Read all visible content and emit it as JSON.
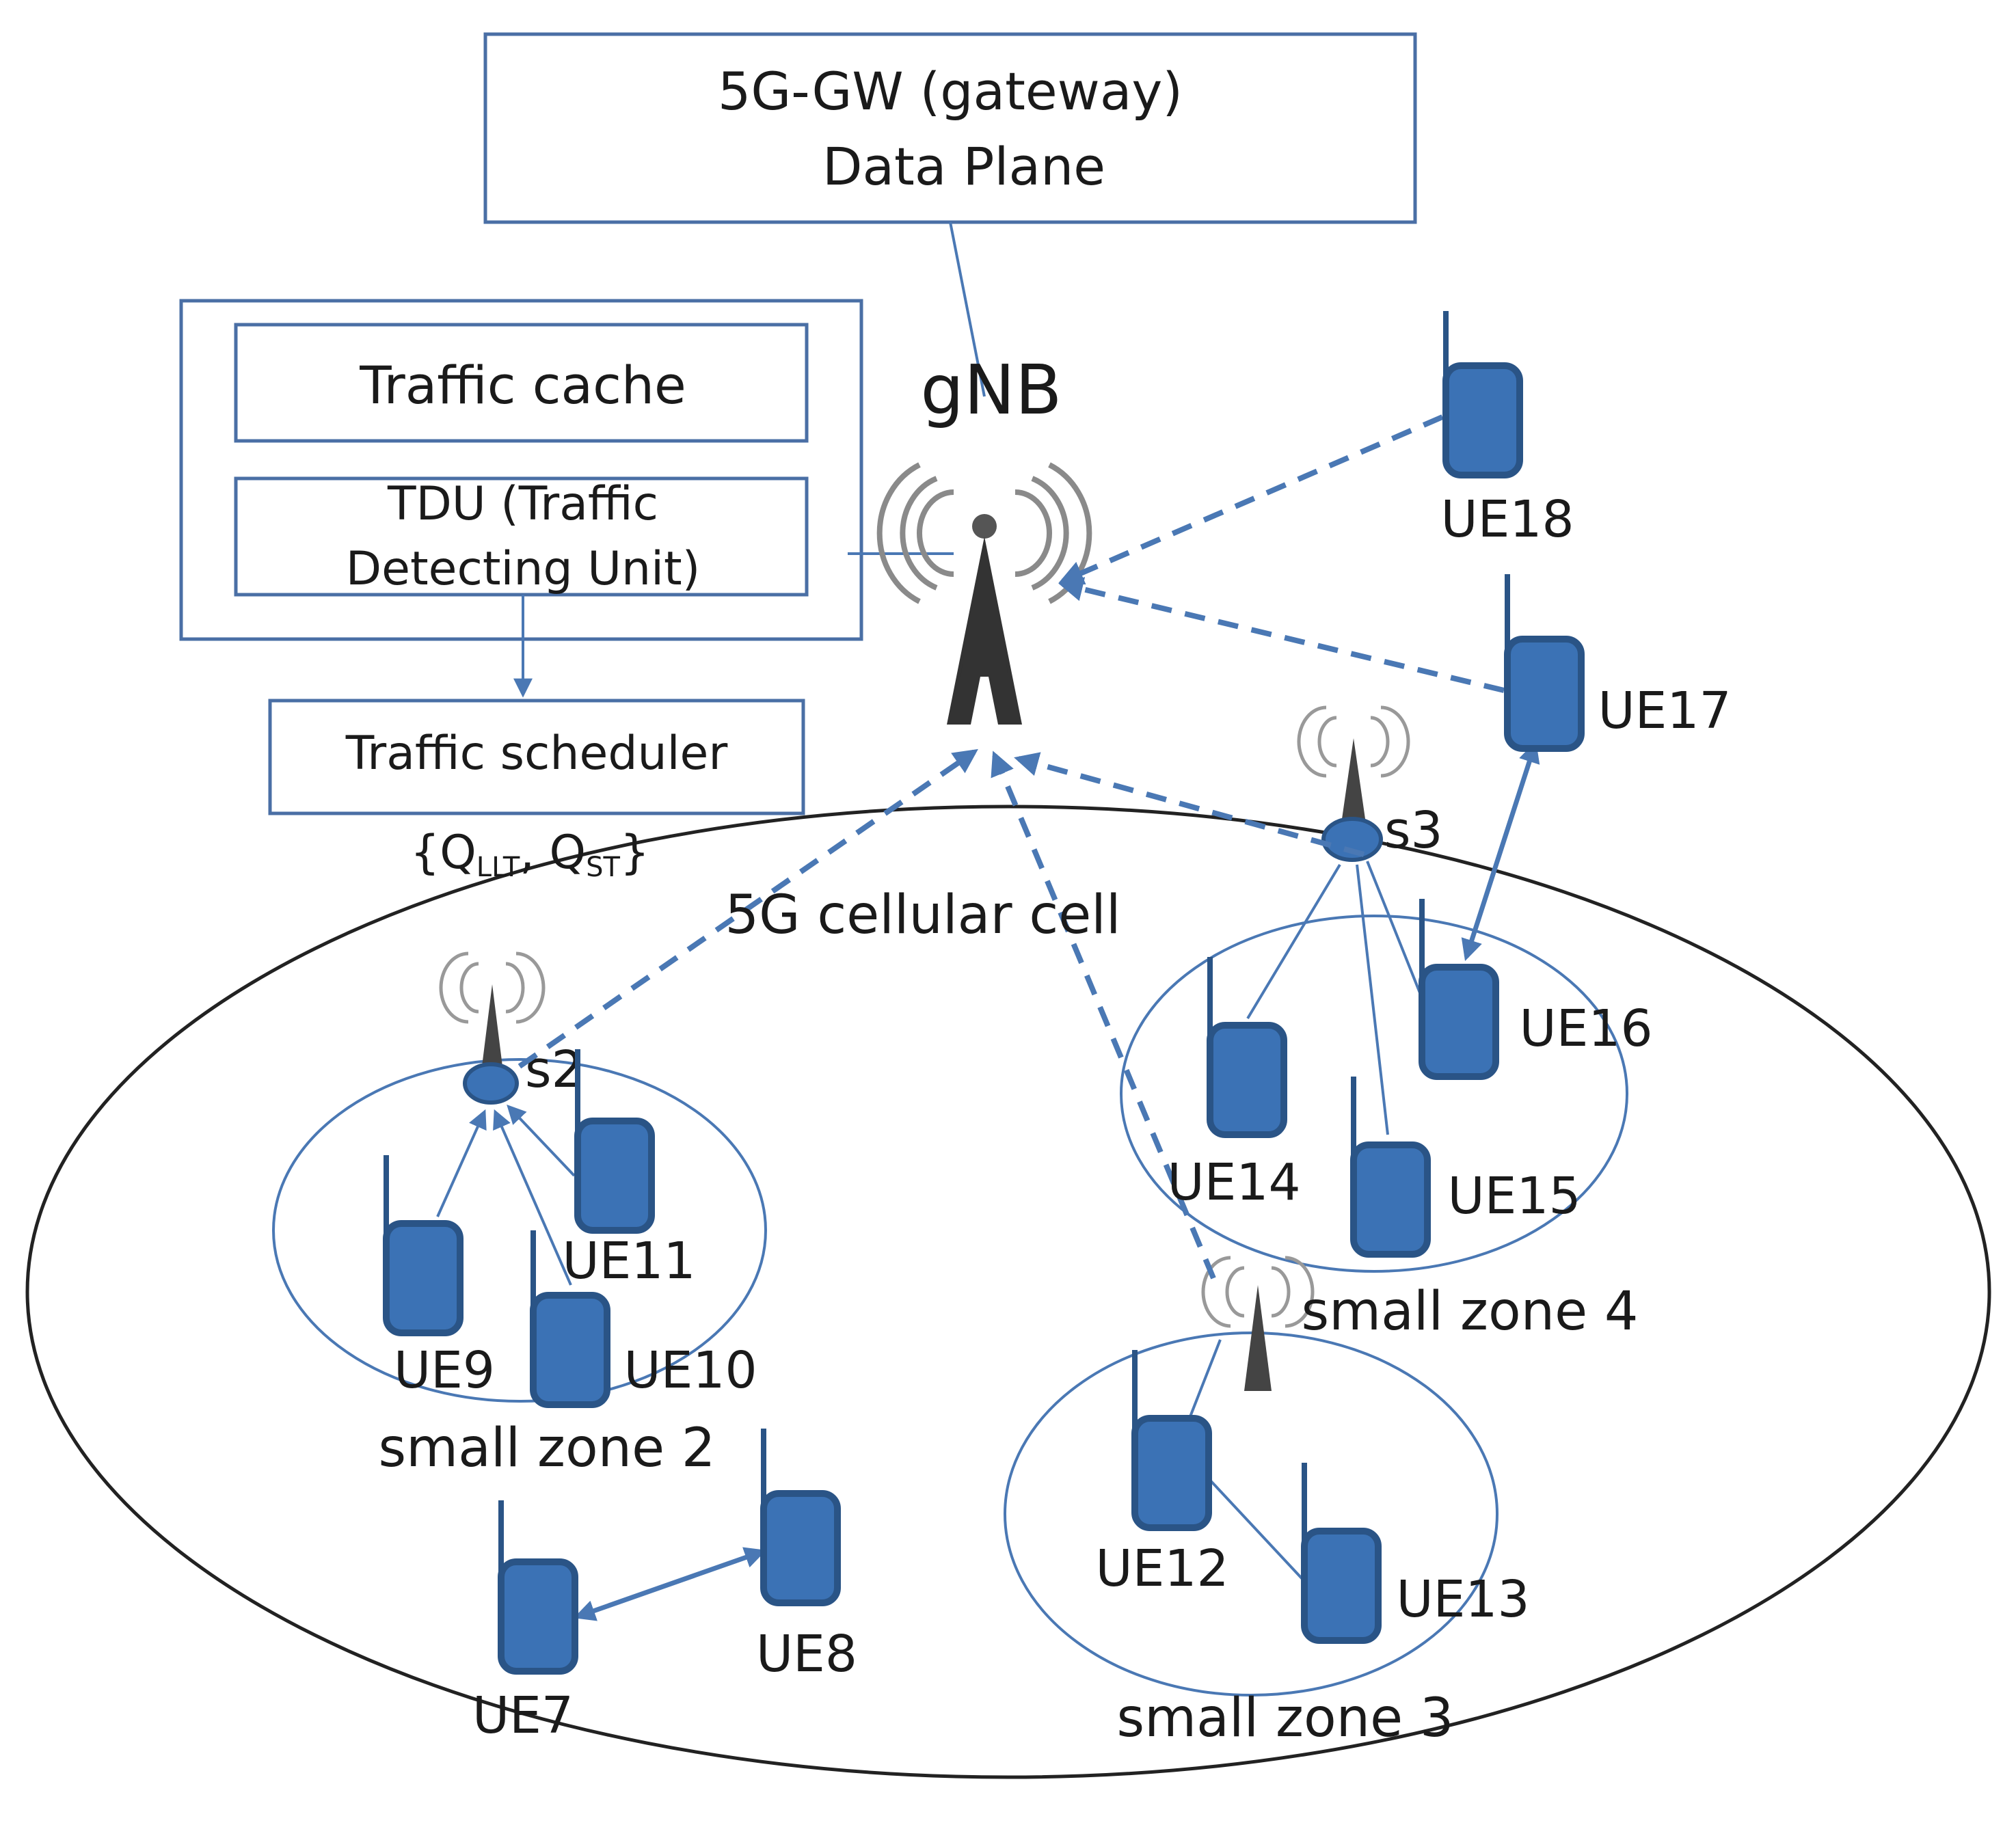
{
  "gateway": {
    "line1": "5G-GW  (gateway)",
    "line2": "Data Plane"
  },
  "mec": {
    "cache": "Traffic cache",
    "tdu_line1": "TDU (Traffic",
    "tdu_line2": "Detecting Unit)",
    "scheduler": "Traffic scheduler",
    "queue_prefix": "{Q",
    "queue_sub1": "LLT",
    "queue_mid": ", Q",
    "queue_sub2": "ST",
    "queue_suffix": "}"
  },
  "gnb": {
    "label": "gNB"
  },
  "cell": {
    "label": "5G cellular cell"
  },
  "small_cells": {
    "s2": "s2",
    "s3": "s3"
  },
  "zones": {
    "z2": "small zone 2",
    "z3": "small zone 3",
    "z4": "small zone 4"
  },
  "ues": {
    "ue7": "UE7",
    "ue8": "UE8",
    "ue9": "UE9",
    "ue10": "UE10",
    "ue11": "UE11",
    "ue12": "UE12",
    "ue13": "UE13",
    "ue14": "UE14",
    "ue15": "UE15",
    "ue16": "UE16",
    "ue17": "UE17",
    "ue18": "UE18"
  },
  "colors": {
    "accent": "#4a78b4",
    "device": "#3b72b5",
    "tower": "#555555"
  }
}
